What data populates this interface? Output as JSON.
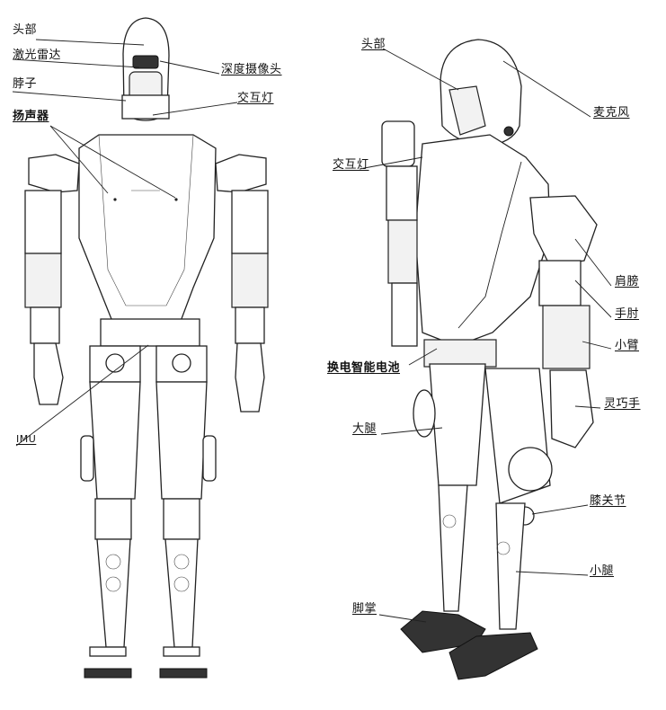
{
  "front_view": {
    "labels": {
      "head": "头部",
      "lidar": "激光雷达",
      "neck": "脖子",
      "speaker": "扬声器",
      "depth_camera": "深度摄像头",
      "interactive_light": "交互灯",
      "imu": "IMU"
    }
  },
  "side_view": {
    "labels": {
      "head": "头部",
      "microphone": "麦克风",
      "interactive_light": "交互灯",
      "shoulder": "肩膀",
      "elbow": "手肘",
      "forearm": "小臂",
      "battery": "换电智能电池",
      "dexterous_hand": "灵巧手",
      "thigh": "大腿",
      "knee": "膝关节",
      "shank": "小腿",
      "foot": "脚掌"
    }
  }
}
